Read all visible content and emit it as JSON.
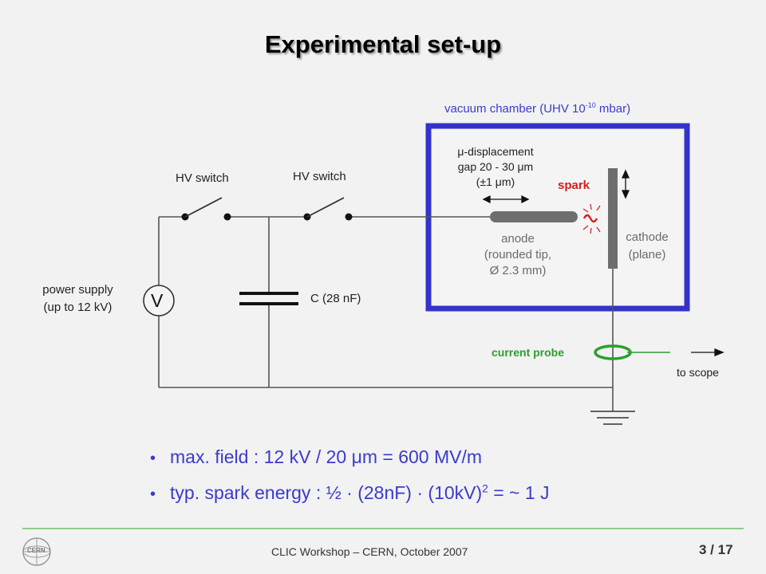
{
  "title": "Experimental set-up",
  "chamber": {
    "label": "vacuum chamber (UHV 10",
    "exponent": "-10",
    "label_end": " mbar)"
  },
  "displacement": {
    "line1": "μ-displacement",
    "line2": "gap 20 - 30 μm",
    "line3": "(±1 μm)"
  },
  "spark_label": "spark",
  "anode": {
    "line1": "anode",
    "line2": "(rounded tip,",
    "line3": "Ø 2.3 mm)"
  },
  "cathode": {
    "line1": "cathode",
    "line2": "(plane)"
  },
  "switch1_label": "HV switch",
  "switch2_label": "HV switch",
  "power_supply": {
    "line1": "power supply",
    "line2": "(up to 12 kV)",
    "symbol": "V"
  },
  "capacitor_label": "C (28 nF)",
  "current_probe_label": "current probe",
  "scope_label": "to scope",
  "bullets": {
    "b1": "max. field : 12 kV / 20 μm = 600 MV/m",
    "b2_pre": "typ. spark energy : ½ · (28nF) · (10kV)",
    "b2_exp": "2",
    "b2_post": " = ~ 1 J"
  },
  "footer": "CLIC Workshop – CERN, October 2007",
  "page": "3 / 17",
  "logo_text": "CERN",
  "colors": {
    "chamber_border": "#3333cc",
    "probe": "#2e9e2e",
    "spark": "#d81c1c"
  }
}
